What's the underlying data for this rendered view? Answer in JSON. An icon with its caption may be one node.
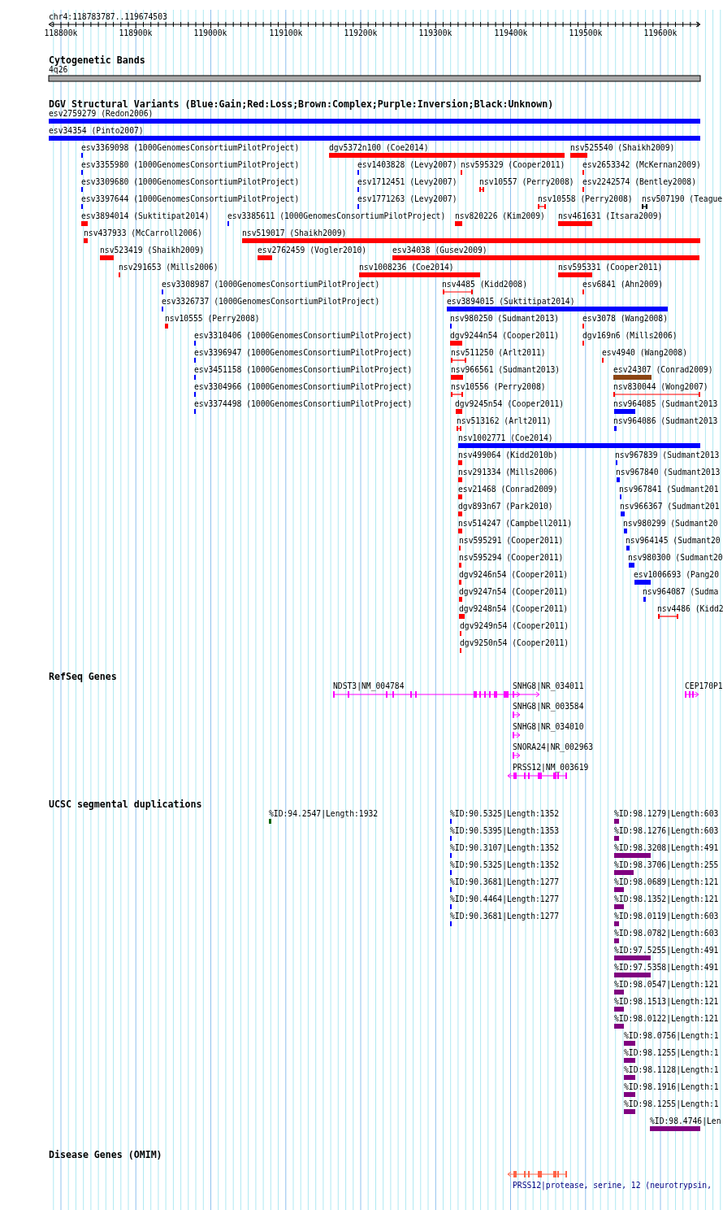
{
  "diagram": {
    "labels": [
      "chr4:118783787..119674503",
      "118800k",
      "118900k",
      "119000k",
      "119100k",
      "119200k",
      "119300k",
      "119400k",
      "119500k",
      "119600k",
      "Cytogenetic Bands",
      "4q26",
      "DGV Structural Variants (Blue:Gain;Red:Loss;Brown:Complex;Purple:Inversion;Black:Unknown)",
      "esv2759279 (Redon2006)",
      "esv34354 (Pinto2007)",
      "esv3369098 (1000GenomesConsortiumPilotProject)",
      "dgv5372n100 (Coe2014)",
      "nsv525540 (Shaikh2009)",
      "esv3355980 (1000GenomesConsortiumPilotProject)",
      "esv1403828 (Levy2007)",
      "nsv595329 (Cooper2011)",
      "esv2653342 (McKernan2009)",
      "esv3309680 (1000GenomesConsortiumPilotProject)",
      "esv1712451 (Levy2007)",
      "nsv10557 (Perry2008)",
      "esv2242574 (Bentley2008)",
      "esv3397644 (1000GenomesConsortiumPilotProject)",
      "esv1771263 (Levy2007)",
      "nsv10558 (Perry2008)",
      "nsv507190 (Teague",
      "esv3894014 (Suktitipat2014)",
      "esv3385611 (1000GenomesConsortiumPilotProject)",
      "nsv820226 (Kim2009)",
      "nsv461631 (Itsara2009)",
      "nsv437933 (McCarroll2006)",
      "nsv519017 (Shaikh2009)",
      "nsv523419 (Shaikh2009)",
      "esv2762459 (Vogler2010)",
      "esv34038 (Gusev2009)",
      "nsv291653 (Mills2006)",
      "nsv1008236 (Coe2014)",
      "nsv595331 (Cooper2011)",
      "esv3308987 (1000GenomesConsortiumPilotProject)",
      "nsv4485 (Kidd2008)",
      "esv6841 (Ahn2009)",
      "esv3326737 (1000GenomesConsortiumPilotProject)",
      "esv3894015 (Suktitipat2014)",
      "nsv10555 (Perry2008)",
      "nsv980250 (Sudmant2013)",
      "esv3078 (Wang2008)",
      "esv3310406 (1000GenomesConsortiumPilotProject)",
      "dgv9244n54 (Cooper2011)",
      "dgv169n6 (Mills2006)",
      "esv3396947 (1000GenomesConsortiumPilotProject)",
      "nsv511250 (Arlt2011)",
      "esv4940 (Wang2008)",
      "esv3451158 (1000GenomesConsortiumPilotProject)",
      "nsv966561 (Sudmant2013)",
      "esv24307 (Conrad2009)",
      "esv3304966 (1000GenomesConsortiumPilotProject)",
      "nsv10556 (Perry2008)",
      "nsv830044 (Wong2007)",
      "esv3374498 (1000GenomesConsortiumPilotProject)",
      "dgv9245n54 (Cooper2011)",
      "nsv964085 (Sudmant2013",
      "nsv513162 (Arlt2011)",
      "nsv964086 (Sudmant2013",
      "nsv1002771 (Coe2014)",
      "nsv499064 (Kidd2010b)",
      "nsv967839 (Sudmant2013",
      "nsv291334 (Mills2006)",
      "nsv967840 (Sudmant2013",
      "esv21468 (Conrad2009)",
      "nsv967841 (Sudmant201",
      "dgv893n67 (Park2010)",
      "nsv966367 (Sudmant201",
      "nsv514247 (Campbell2011)",
      "nsv980299 (Sudmant20",
      "nsv595291 (Cooper2011)",
      "nsv964145 (Sudmant20",
      "nsv595294 (Cooper2011)",
      "nsv980300 (Sudmant20",
      "dgv9246n54 (Cooper2011)",
      "esv1006693 (Pang20",
      "dgv9247n54 (Cooper2011)",
      "nsv964087 (Sudma",
      "dgv9248n54 (Cooper2011)",
      "nsv4486 (Kidd2",
      "dgv9249n54 (Cooper2011)",
      "dgv9250n54 (Cooper2011)",
      "RefSeq Genes",
      "NDST3|NM_004784",
      "SNHG8|NR_034011",
      "CEP170P1",
      "SNHG8|NR_003584",
      "SNHG8|NR_034010",
      "SNORA24|NR_002963",
      "PRSS12|NM_003619",
      "UCSC segmental duplications",
      "%ID:94.2547|Length:1932",
      "%ID:90.5325|Length:1352",
      "%ID:98.1279|Length:603",
      "%ID:90.5395|Length:1353",
      "%ID:98.1276|Length:603",
      "%ID:90.3107|Length:1352",
      "%ID:98.3208|Length:491",
      "%ID:90.5325|Length:1352",
      "%ID:98.3706|Length:255",
      "%ID:90.3681|Length:1277",
      "%ID:98.0689|Length:121",
      "%ID:90.4464|Length:1277",
      "%ID:98.1352|Length:121",
      "%ID:90.3681|Length:1277",
      "%ID:98.0119|Length:603",
      "%ID:98.0782|Length:603",
      "%ID:97.5255|Length:491",
      "%ID:97.5358|Length:491",
      "%ID:98.0547|Length:121",
      "%ID:98.1513|Length:121",
      "%ID:98.0122|Length:121",
      "%ID:98.0756|Length:1",
      "%ID:98.1255|Length:1",
      "%ID:98.1128|Length:1",
      "%ID:98.1916|Length:1",
      "%ID:98.1255|Length:1",
      "%ID:98.4746|Len",
      "Disease Genes (OMIM)",
      "PRSS12|protease, serine, 12 (neurotrypsin,"
    ]
  }
}
